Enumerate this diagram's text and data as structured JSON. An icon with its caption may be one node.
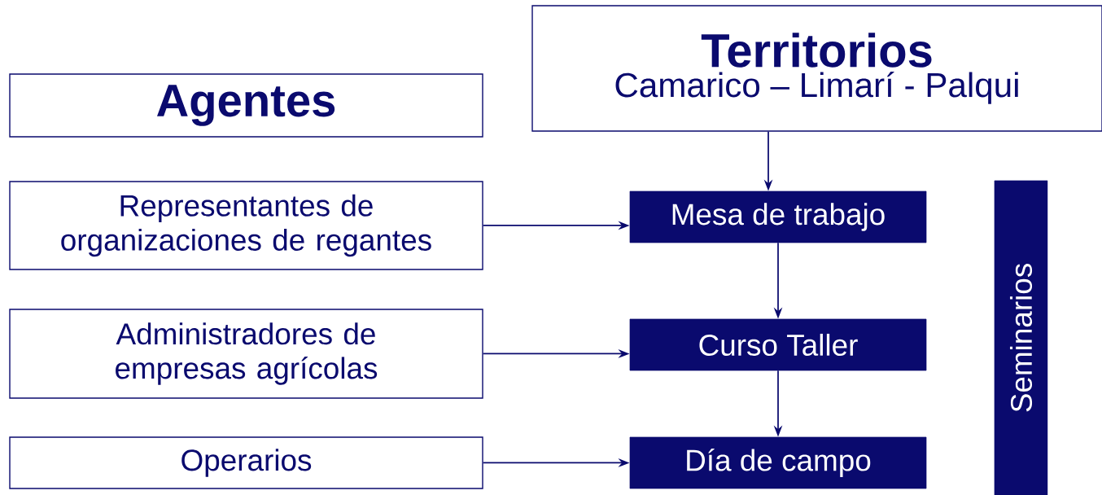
{
  "diagram": {
    "nodes": [
      {
        "text": [
          "Agentes"
        ]
      },
      {
        "text": [
          "Territorios",
          "Camarico – Limarí - Palqui"
        ]
      },
      {
        "text": [
          "Representantes de organizaciones de regantes"
        ]
      },
      {
        "text": [
          "Administradores de empresas agrícolas"
        ]
      },
      {
        "text": [
          "Operarios"
        ]
      },
      {
        "text": [
          "Mesa de trabajo"
        ]
      },
      {
        "text": [
          "Curso Taller"
        ]
      },
      {
        "text": [
          "Día de campo"
        ]
      },
      {
        "text": [
          "Seminarios"
        ]
      }
    ],
    "edges": [
      {
        "from": 1,
        "to": 5,
        "arrow": "to"
      },
      {
        "from": 2,
        "to": 5,
        "arrow": "to"
      },
      {
        "from": 5,
        "to": 6,
        "arrow": "to"
      },
      {
        "from": 3,
        "to": 6,
        "arrow": "to"
      },
      {
        "from": 6,
        "to": 7,
        "arrow": "to"
      },
      {
        "from": 4,
        "to": 7,
        "arrow": "to"
      }
    ]
  }
}
